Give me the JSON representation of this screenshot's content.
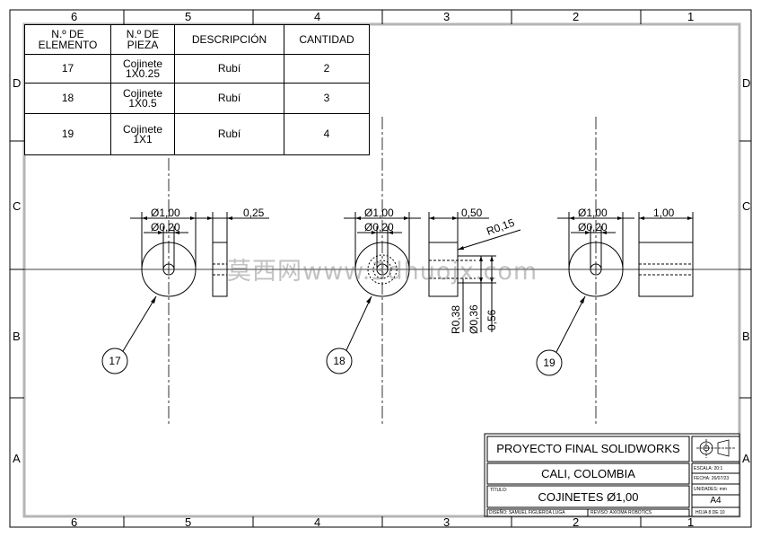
{
  "zones": {
    "top": [
      "6",
      "5",
      "4",
      "3",
      "2",
      "1"
    ],
    "bottom": [
      "6",
      "5",
      "4",
      "3",
      "2",
      "1"
    ],
    "left": [
      "D",
      "C",
      "B",
      "A"
    ],
    "right": [
      "D",
      "C",
      "B",
      "A"
    ]
  },
  "bom": {
    "headers": [
      "N.º DE ELEMENTO",
      "N.º DE PIEZA",
      "DESCRIPCIÓN",
      "CANTIDAD"
    ],
    "rows": [
      {
        "item": "17",
        "part_a": "Cojinete",
        "part_b": "1X0.25",
        "desc": "Rubí",
        "qty": "2"
      },
      {
        "item": "18",
        "part_a": "Cojinete",
        "part_b": "1X0.5",
        "desc": "Rubí",
        "qty": "3"
      },
      {
        "item": "19",
        "part_a": "Cojinete",
        "part_b": "1X1",
        "desc": "Rubí",
        "qty": "4"
      }
    ]
  },
  "views": {
    "v17": {
      "od": "Ø1,00",
      "id": "Ø0,20",
      "len": "0,25",
      "balloon": "17"
    },
    "v18": {
      "od": "Ø1,00",
      "id": "Ø0,20",
      "len": "0,50",
      "r1": "R0,15",
      "r2": "R0,38",
      "d1": "Ø0,36",
      "d2": "0,56",
      "balloon": "18"
    },
    "v19": {
      "od": "Ø1,00",
      "id": "Ø0,20",
      "len": "1,00",
      "balloon": "19"
    }
  },
  "watermark": "莫西网www.3dhuojx.com",
  "title_block": {
    "project": "PROYECTO FINAL SOLIDWORKS",
    "location": "CALI, COLOMBIA",
    "titulo_label": "TÍTULO:",
    "title": "COJINETES Ø1,00",
    "escala": "ESCALA: 20:1",
    "fecha": "FECHA: 26/07/23",
    "unidades": "UNIDADES: mm",
    "size": "A4",
    "diseno": "DISEÑO: SAMUEL FIGUEROA LUGA",
    "revisado": "REVISÓ: AXIOMA ROBOTICS",
    "hoja": "HOJA 8 DE 10"
  }
}
